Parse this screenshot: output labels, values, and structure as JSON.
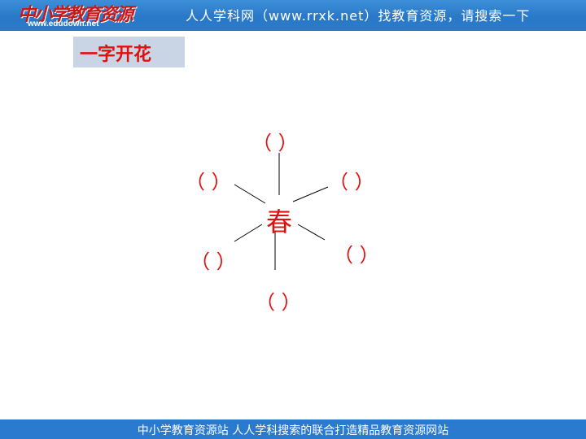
{
  "header": {
    "logo_text": "中小学教育资源",
    "logo_url": "www.edudown.net",
    "slogan": "人人学科网（www.rrxk.net）找教育资源，请搜索一下"
  },
  "title": "一字开花",
  "diagram": {
    "center": "春",
    "blanks": [
      "（ ）",
      "（ ）",
      "（ ）",
      "（ ）",
      "（ ）",
      "（ ）"
    ]
  },
  "footer": {
    "text": "中小学教育资源站 人人学科搜索的联合打造精品教育资源网站"
  },
  "colors": {
    "accent": "#e01010",
    "header_bg": "#2a78c8",
    "title_bg": "#c9d4e4"
  }
}
